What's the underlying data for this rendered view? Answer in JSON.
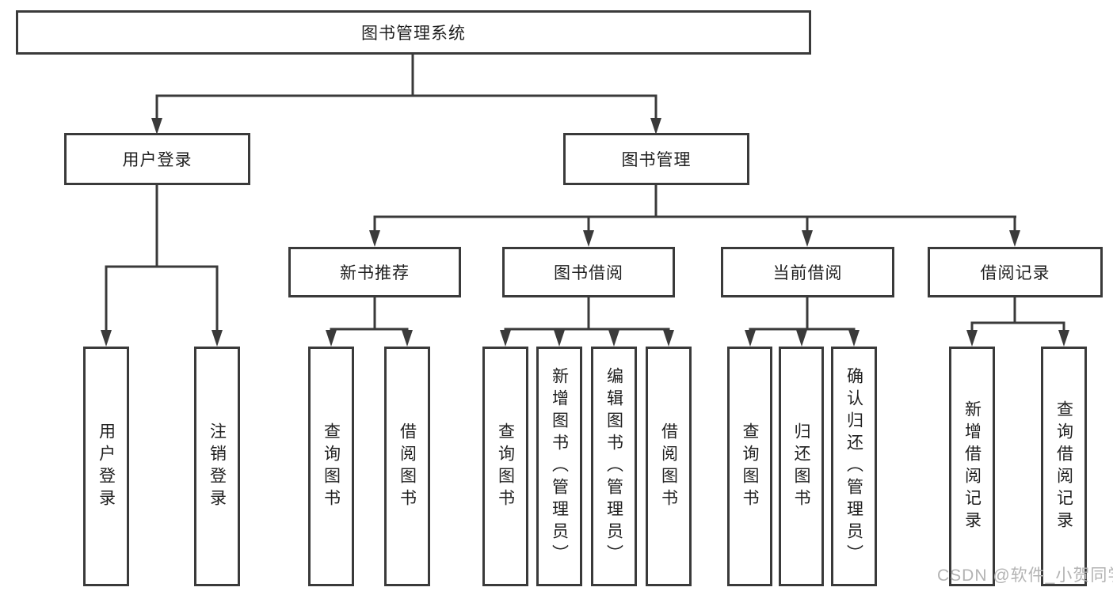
{
  "diagram": {
    "root": {
      "label": "图书管理系统"
    },
    "level1": [
      {
        "label": "用户登录"
      },
      {
        "label": "图书管理"
      }
    ],
    "level2": [
      {
        "label": "新书推荐"
      },
      {
        "label": "图书借阅"
      },
      {
        "label": "当前借阅"
      },
      {
        "label": "借阅记录"
      }
    ],
    "leaves": {
      "user_login": [
        "用户登录",
        "注销登录"
      ],
      "new_book_recommend": [
        "查询图书",
        "借阅图书"
      ],
      "book_borrowing": [
        "查询图书",
        "新增图书（管理员）",
        "编辑图书（管理员）",
        "借阅图书"
      ],
      "current_borrowing": [
        "查询图书",
        "归还图书",
        "确认归还（管理员）"
      ],
      "borrowing_records": [
        "新增借阅记录",
        "查询借阅记录"
      ]
    }
  },
  "watermark": {
    "text": "CSDN @软件_小贺同学"
  },
  "colors": {
    "line": "#3a3a3a",
    "text": "#1f1f1f",
    "background": "#ffffff",
    "watermark": "#b3b3b3"
  }
}
